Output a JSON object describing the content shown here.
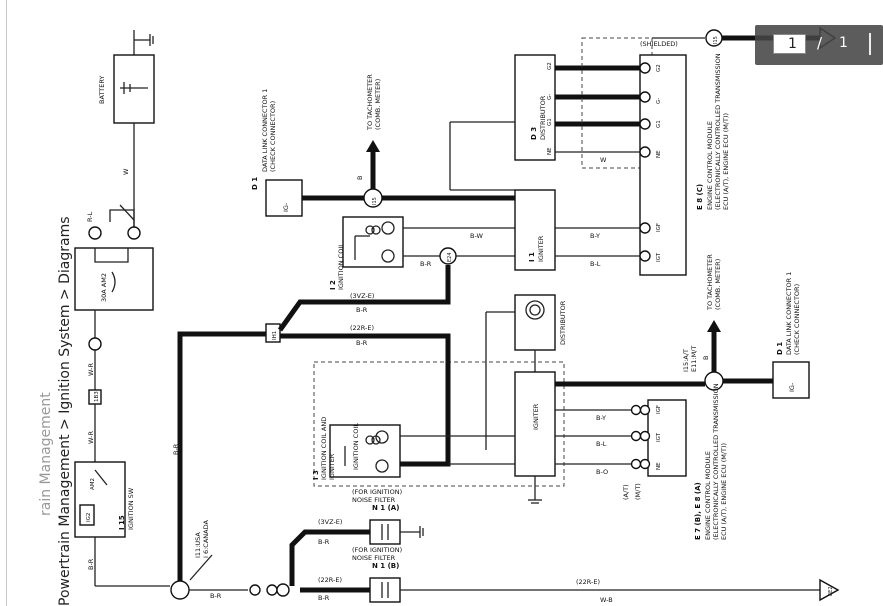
{
  "breadcrumb": "Powertrain Management > Ignition System > Diagrams",
  "breadcrumb_prefix": "rain Management",
  "viewer": {
    "page_current": "1",
    "page_separator": "/",
    "page_total": "1"
  },
  "components": {
    "battery": "BATTERY",
    "fuse": "30A AM2",
    "ignition_sw_code": "I 15",
    "ignition_sw": "IGNITION SW",
    "ig_am2": "AM2",
    "ig_ig2": "IG2",
    "dlc_top_code": "D 1",
    "dlc_top": "DATA LINK CONNECTOR 1",
    "dlc_top_sub": "(CHECK CONNECTOR)",
    "dlc_top_pin": "IG-",
    "to_tach_top": "TO TACHOMETER",
    "to_tach_top_sub": "(COMB. METER)",
    "distributor_code": "D 3",
    "distributor": "DISTRIBUTOR",
    "shielded": "(SHIELDED)",
    "igniter_code": "I 1",
    "igniter": "IGNITER",
    "coil_code": "I 2",
    "coil": "IGNITION COIL",
    "ecm_top_code": "E 8 (C)",
    "ecm_top_1": "ENGINE CONTROL MODULE",
    "ecm_top_2": "(ELECTRONICALLY CONTROLLED TRANSMISSION",
    "ecm_top_3": "ECU (A/T), ENGINE ECU (M/T))",
    "distributor2": "DISTRIBUTOR",
    "igniter2": "IGNITER",
    "coil2_code": "I 3",
    "coil2_1": "IGNITION COIL AND",
    "coil2_2": "IGNITER",
    "coil2_3": "IGNITION COIL",
    "dlc_bottom_code": "D 1",
    "dlc_bottom": "DATA LINK CONNECTOR 1",
    "dlc_bottom_sub": "(CHECK CONNECTOR)",
    "dlc_bottom_pin": "IG-",
    "to_tach_bottom": "TO TACHOMETER",
    "to_tach_bottom_sub": "(COMB. METER)",
    "ecm_bottom_code": "E 7 (B), E 8 (A)",
    "ecm_bottom_1": "ENGINE CONTROL MODULE",
    "ecm_bottom_2": "(ELECTRONICALLY CONTROLLED TRANSMISSION",
    "ecm_bottom_3": "ECU (A/T), ENGINE ECU (M/T))",
    "nf1_code": "N 1 (A)",
    "nf1": "NOISE FILTER",
    "nf1_sub": "(FOR IGNITION)",
    "nf2_code": "N 1 (B)",
    "nf2": "NOISE FILTER",
    "nf2_sub": "(FOR IGNITION)",
    "usa_canada": "I11:USA",
    "usa_canada2": "I 6:CANADA",
    "tach_at_mt": "I15:A/T",
    "tach_at_mt2": "E11:M/T"
  },
  "pins": {
    "g2": "G2",
    "g_minus": "G-",
    "g1": "G1",
    "ne": "NE",
    "igt": "IGT",
    "igf": "IGF",
    "ne2": "NE",
    "mt_at_1": "(A/T)",
    "mt_at_2": "(M/T)"
  },
  "wires": {
    "b": "B",
    "br": "B-R",
    "bw": "B-W",
    "by": "B-Y",
    "bl": "B-L",
    "bo": "B-O",
    "w": "W",
    "wr": "W-R",
    "wb": "W-B",
    "rl": "R-L",
    "b_w": "W",
    "j3vz": "(3VZ-E)",
    "j22r": "(22R-E)",
    "jx22": "(22R-E)",
    "jx3": "(3VZ-E)"
  },
  "connectors": {
    "c1b3": "1B3",
    "e24": "E24",
    "i15": "I15",
    "ih1": "IH1",
    "ee2": "EE2",
    "e2top": "E2",
    "c15": "I15"
  }
}
